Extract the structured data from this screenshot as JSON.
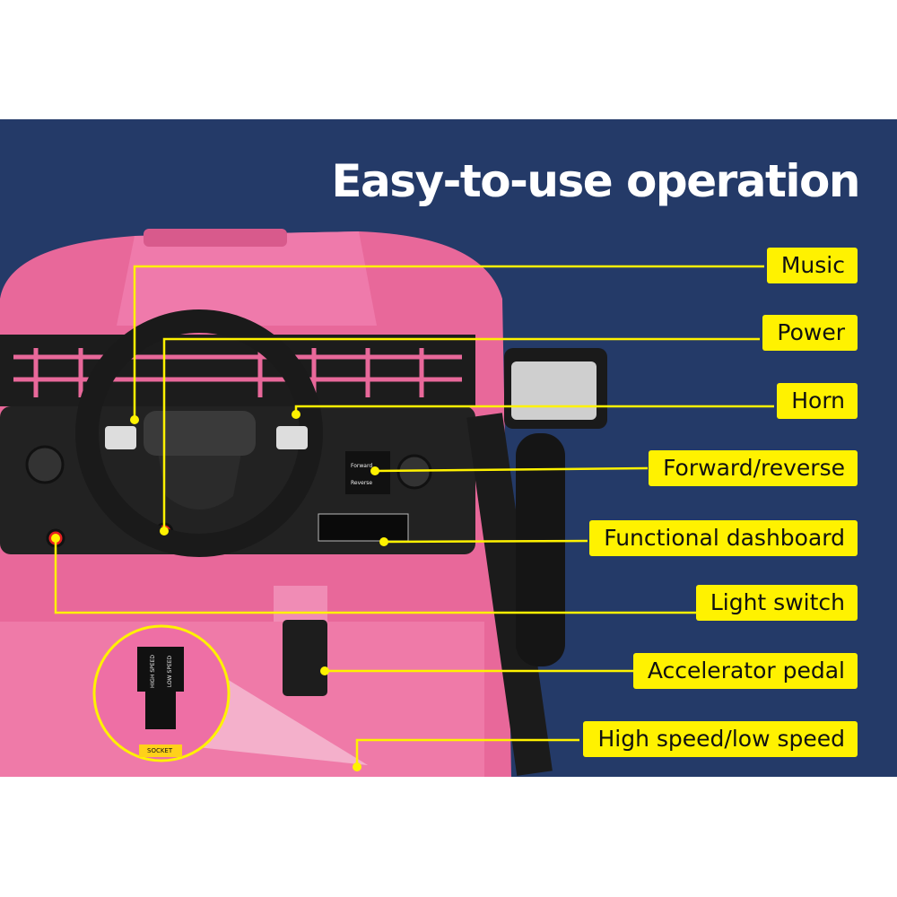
{
  "title": "Easy-to-use operation",
  "callouts": [
    {
      "label": "Music"
    },
    {
      "label": "Power"
    },
    {
      "label": "Horn"
    },
    {
      "label": "Forward/reverse"
    },
    {
      "label": "Functional dashboard"
    },
    {
      "label": "Light switch"
    },
    {
      "label": "Accelerator pedal"
    },
    {
      "label": "High speed/low speed"
    }
  ],
  "switch_labels": {
    "forward": "Forward",
    "reverse": "Reverse"
  },
  "speed_switch": {
    "high": "HIGH SPEED",
    "low": "LOW SPEED",
    "socket": "SOCKET"
  },
  "colors": {
    "background": "#243a68",
    "accent": "#fff200",
    "car": "#e8689a"
  }
}
